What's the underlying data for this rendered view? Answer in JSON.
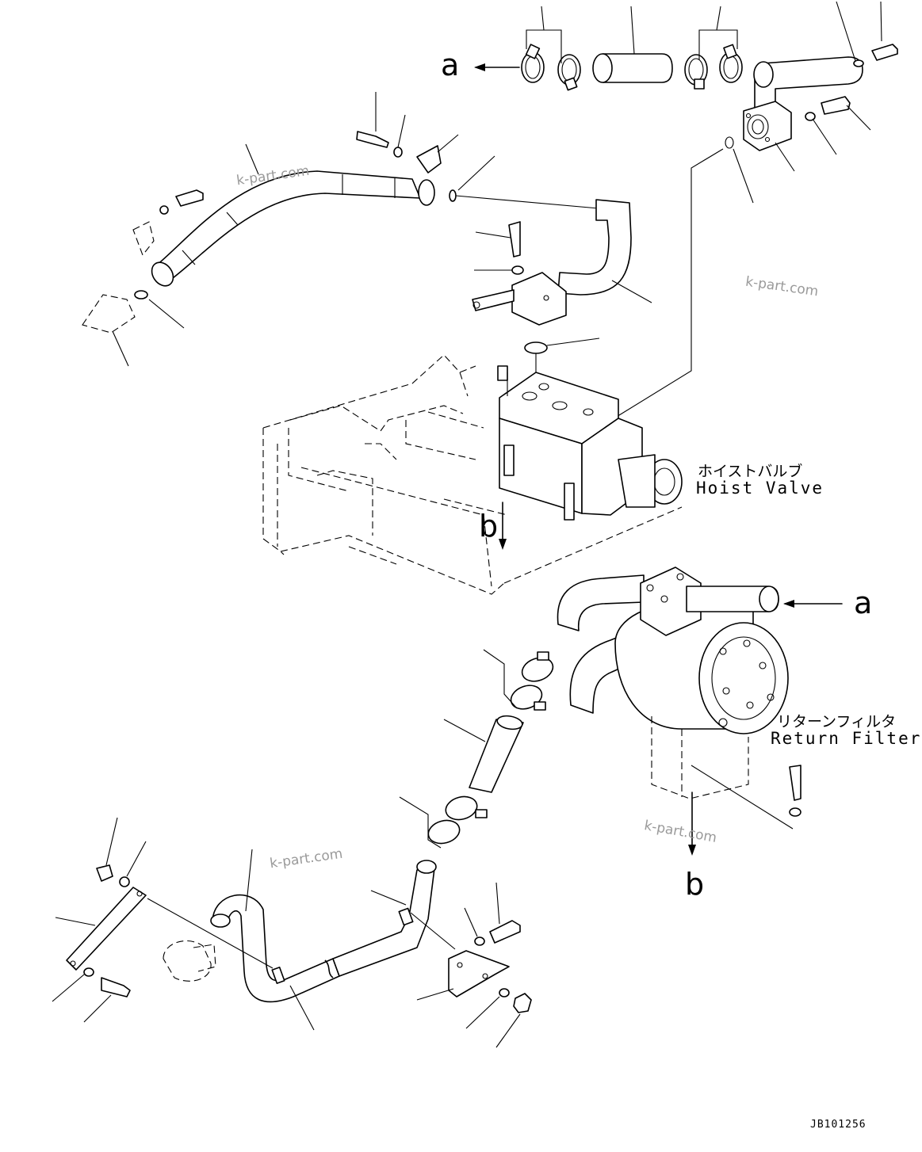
{
  "labels": {
    "hoist_valve_jp": "ホイストバルブ",
    "hoist_valve_en": "Hoist Valve",
    "return_filter_jp": "リターンフィルタ",
    "return_filter_en": "Return Filter"
  },
  "connectors": {
    "a_top": "a",
    "a_right": "a",
    "b_mid": "b",
    "b_bottom": "b"
  },
  "watermark": "k-part.com",
  "drawing_code": "JB101256"
}
